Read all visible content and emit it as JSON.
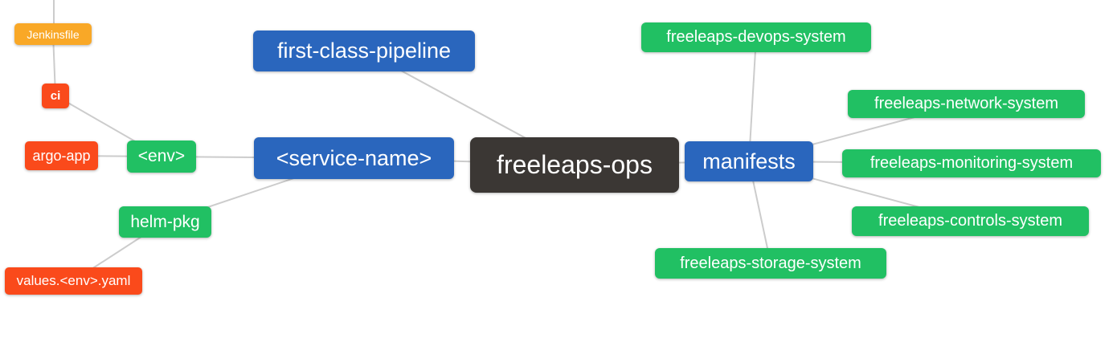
{
  "diagram": {
    "colors": {
      "root": "#3b3734",
      "blue": "#2a66bd",
      "green": "#21c063",
      "red": "#fa4a1b",
      "orange": "#f9a827",
      "edge": "#cccccc",
      "text": "#ffffff",
      "background": "#ffffff"
    },
    "nodes": [
      {
        "id": "jenkinsfile",
        "label": "Jenkinsfile",
        "color": "orange"
      },
      {
        "id": "ci",
        "label": "ci",
        "color": "red"
      },
      {
        "id": "argo-app",
        "label": "argo-app",
        "color": "red"
      },
      {
        "id": "env",
        "label": "<env>",
        "color": "green"
      },
      {
        "id": "helm-pkg",
        "label": "helm-pkg",
        "color": "green"
      },
      {
        "id": "values-env-yaml",
        "label": "values.<env>.yaml",
        "color": "red"
      },
      {
        "id": "first-class-pipeline",
        "label": "first-class-pipeline",
        "color": "blue"
      },
      {
        "id": "service-name",
        "label": "<service-name>",
        "color": "blue"
      },
      {
        "id": "freeleaps-ops",
        "label": "freeleaps-ops",
        "color": "root"
      },
      {
        "id": "manifests",
        "label": "manifests",
        "color": "blue"
      },
      {
        "id": "freeleaps-devops-system",
        "label": "freeleaps-devops-system",
        "color": "green"
      },
      {
        "id": "freeleaps-network-system",
        "label": "freeleaps-network-system",
        "color": "green"
      },
      {
        "id": "freeleaps-monitoring-system",
        "label": "freeleaps-monitoring-system",
        "color": "green"
      },
      {
        "id": "freeleaps-controls-system",
        "label": "freeleaps-controls-system",
        "color": "green"
      },
      {
        "id": "freeleaps-storage-system",
        "label": "freeleaps-storage-system",
        "color": "green"
      }
    ],
    "edges": [
      {
        "from": "jenkinsfile",
        "to": "ci"
      },
      {
        "from": "ci",
        "to": "env"
      },
      {
        "from": "argo-app",
        "to": "env"
      },
      {
        "from": "env",
        "to": "service-name"
      },
      {
        "from": "helm-pkg",
        "to": "service-name"
      },
      {
        "from": "values-env-yaml",
        "to": "helm-pkg"
      },
      {
        "from": "first-class-pipeline",
        "to": "freeleaps-ops"
      },
      {
        "from": "service-name",
        "to": "freeleaps-ops"
      },
      {
        "from": "freeleaps-ops",
        "to": "manifests"
      },
      {
        "from": "manifests",
        "to": "freeleaps-devops-system"
      },
      {
        "from": "manifests",
        "to": "freeleaps-network-system"
      },
      {
        "from": "manifests",
        "to": "freeleaps-monitoring-system"
      },
      {
        "from": "manifests",
        "to": "freeleaps-controls-system"
      },
      {
        "from": "manifests",
        "to": "freeleaps-storage-system"
      }
    ]
  }
}
